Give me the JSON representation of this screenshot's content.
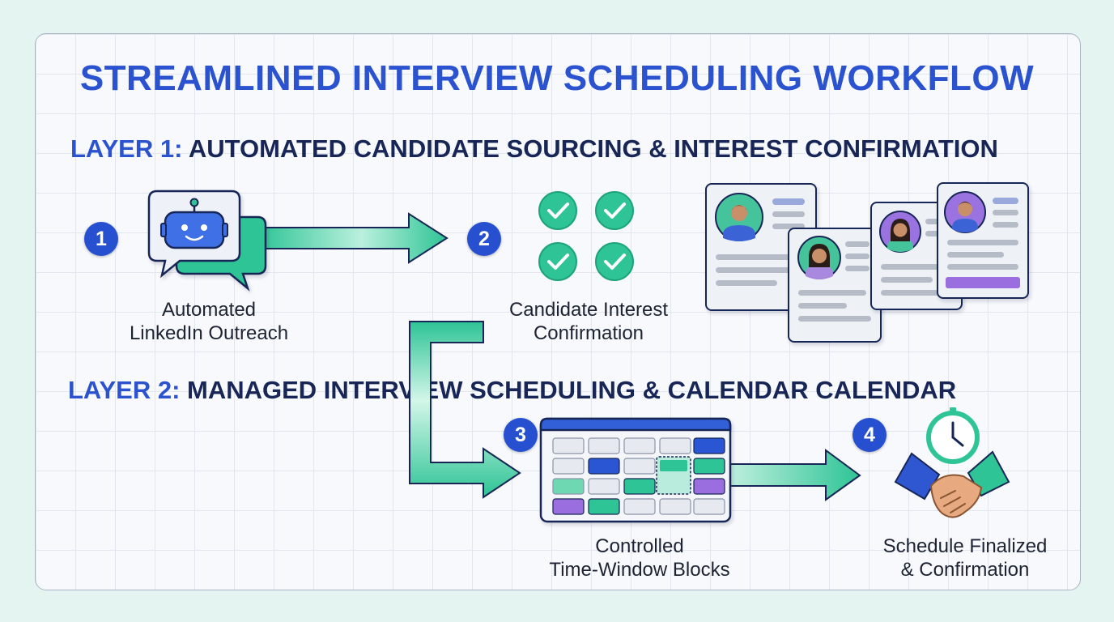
{
  "title": "STREAMLINED INTERVIEW SCHEDULING WORKFLOW",
  "layer1": {
    "lead": "LAYER 1:",
    "text": "AUTOMATED CANDIDATE SOURCING & INTEREST CONFIRMATION"
  },
  "layer2": {
    "lead": "LAYER 2:",
    "text": "MANAGED INTERVIEW SCHEDULING & CALENDAR CALENDAR"
  },
  "steps": [
    {
      "number": "1",
      "line1": "Automated",
      "line2": "LinkedIn Outreach"
    },
    {
      "number": "2",
      "line1": "Candidate Interest",
      "line2": "Confirmation"
    },
    {
      "number": "3",
      "line1": "Controlled",
      "line2": "Time-Window Blocks"
    },
    {
      "number": "4",
      "line1": "Schedule Finalized",
      "line2": "& Confirmation"
    }
  ],
  "icons": {
    "outreach": "robot-chat-icon",
    "confirmation": "checkmarks-icon",
    "profiles": "candidate-profile-cards-icon",
    "calendar": "calendar-grid-icon",
    "finalized": "clock-handshake-icon"
  },
  "colors": {
    "accent": "#2b52cf",
    "heading": "#172656",
    "green": "#2ec495",
    "purple": "#8e62d8"
  }
}
